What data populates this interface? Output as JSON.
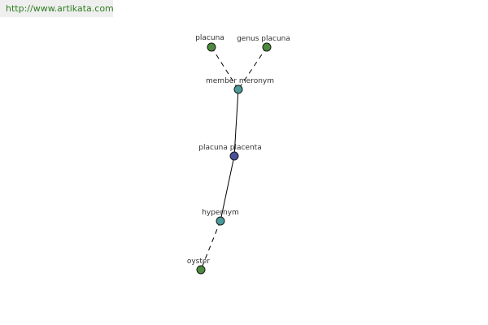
{
  "site": {
    "url": "http://www.artikata.com"
  },
  "colors": {
    "leaf": "#4e8a3e",
    "relation": "#4a9a9a",
    "focus": "#4a4f9a"
  },
  "graph": {
    "nodes": [
      {
        "id": "placuna",
        "label": "placuna",
        "kind": "leaf"
      },
      {
        "id": "genus-placuna",
        "label": "genus placuna",
        "kind": "leaf"
      },
      {
        "id": "member-meronym",
        "label": "member meronym",
        "kind": "relation"
      },
      {
        "id": "placuna-placenta",
        "label": "placuna placenta",
        "kind": "focus"
      },
      {
        "id": "hypernym",
        "label": "hypernym",
        "kind": "relation"
      },
      {
        "id": "oyster",
        "label": "oyster",
        "kind": "leaf"
      }
    ],
    "edges": [
      {
        "from": "placuna",
        "to": "member-meronym",
        "style": "dashed"
      },
      {
        "from": "genus-placuna",
        "to": "member-meronym",
        "style": "dashed"
      },
      {
        "from": "member-meronym",
        "to": "placuna-placenta",
        "style": "solid"
      },
      {
        "from": "placuna-placenta",
        "to": "hypernym",
        "style": "solid"
      },
      {
        "from": "hypernym",
        "to": "oyster",
        "style": "dashed"
      }
    ]
  }
}
